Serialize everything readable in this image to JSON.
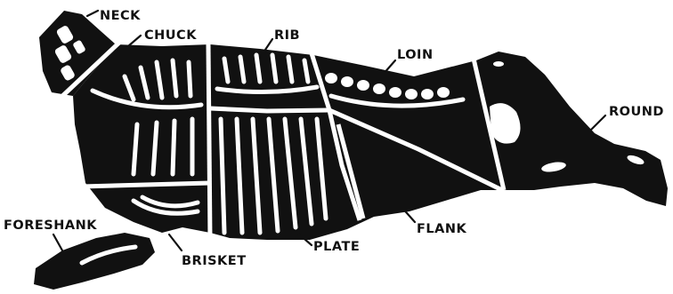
{
  "diagram": {
    "labels": {
      "neck": "NECK",
      "chuck": "CHUCK",
      "rib": "RIB",
      "loin": "LOIN",
      "round": "ROUND",
      "foreshank": "FORESHANK",
      "brisket": "BRISKET",
      "plate": "PLATE",
      "flank": "FLANK"
    },
    "colors": {
      "silhouette": "#111111",
      "bone": "#ffffff",
      "background": "#ffffff"
    }
  }
}
